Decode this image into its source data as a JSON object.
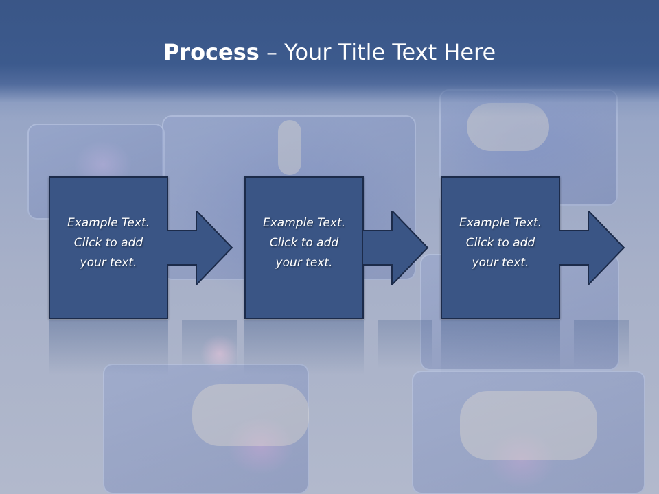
{
  "slide": {
    "title_bold": "Process",
    "title_rest": " – Your Title Text Here",
    "steps": [
      {
        "line1": "Example Text.",
        "line2": "Click  to add",
        "line3": "your text."
      },
      {
        "line1": "Example Text.",
        "line2": "Click  to add",
        "line3": "your text."
      },
      {
        "line1": "Example Text.",
        "line2": "Click  to add",
        "line3": "your text."
      }
    ]
  },
  "colors": {
    "title_band": "#3c5a8d",
    "box_fill": "#3a5585",
    "box_border": "#1c2b4a",
    "text": "#ffffff"
  },
  "icons": [
    "right-arrow-icon"
  ]
}
